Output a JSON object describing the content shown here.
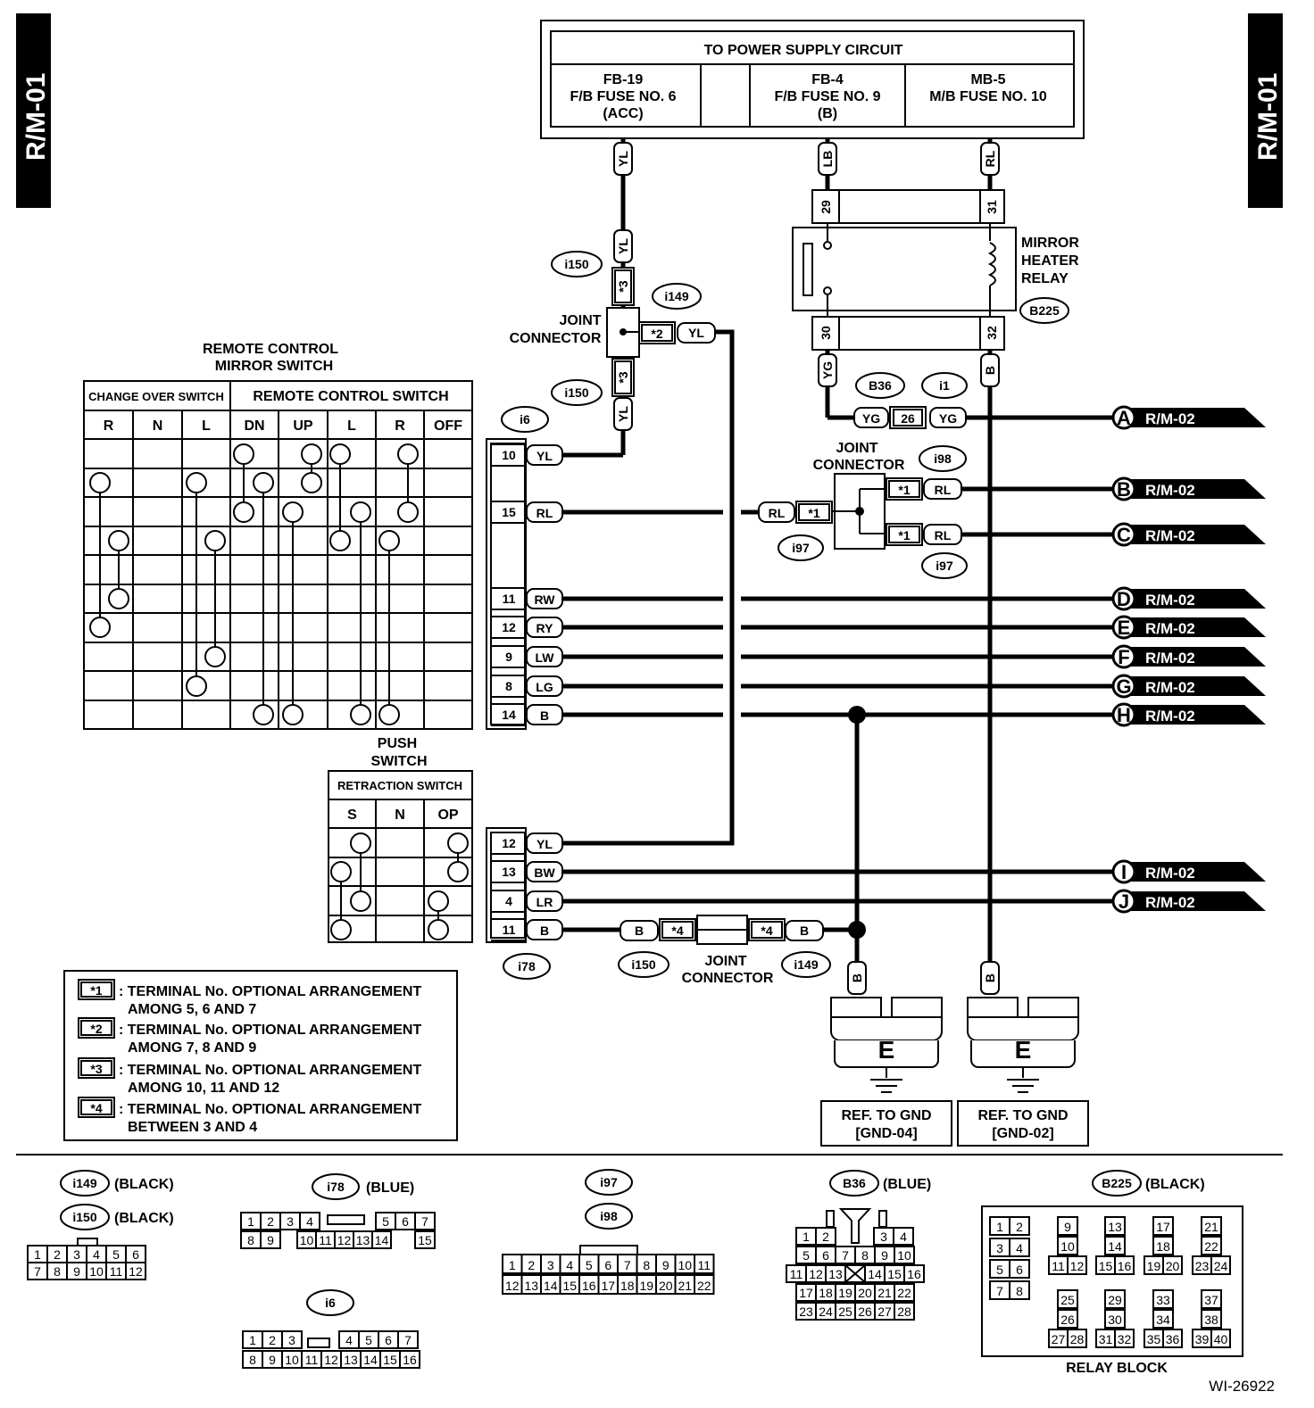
{
  "page_code": "R/M-01",
  "figure_id": "WI-26922",
  "power_supply": {
    "title": "TO POWER SUPPLY CIRCUIT",
    "fuses": [
      {
        "line1": "FB-19",
        "line2": "F/B FUSE NO. 6",
        "line3": "(ACC)"
      },
      {
        "line1": "FB-4",
        "line2": "F/B FUSE NO. 9",
        "line3": "(B)"
      },
      {
        "line1": "MB-5",
        "line2": "M/B FUSE NO. 10",
        "line3": ""
      }
    ]
  },
  "relay": {
    "line1": "MIRROR",
    "line2": "HEATER",
    "line3": "RELAY",
    "connector": "B225",
    "pins": [
      "29",
      "31",
      "30",
      "32"
    ]
  },
  "joint_connector_label_1": "JOINT",
  "joint_connector_label_2": "CONNECTOR",
  "mirror_switch": {
    "title1": "REMOTE CONTROL",
    "title2": "MIRROR SWITCH",
    "group1": "CHANGE OVER SWITCH",
    "group2": "REMOTE CONTROL SWITCH",
    "columns": [
      "R",
      "N",
      "L",
      "DN",
      "UP",
      "L",
      "R",
      "OFF"
    ],
    "connector": "i6",
    "terminals": [
      {
        "pin": "10",
        "wire": "YL"
      },
      {
        "pin": "15",
        "wire": "RL"
      },
      {
        "pin": "11",
        "wire": "RW"
      },
      {
        "pin": "12",
        "wire": "RY"
      },
      {
        "pin": "9",
        "wire": "LW"
      },
      {
        "pin": "8",
        "wire": "LG"
      },
      {
        "pin": "14",
        "wire": "B"
      }
    ]
  },
  "push_switch": {
    "title1": "PUSH",
    "title2": "SWITCH",
    "group": "RETRACTION SWITCH",
    "columns": [
      "S",
      "N",
      "OP"
    ],
    "connector": "i78",
    "terminals": [
      {
        "pin": "12",
        "wire": "YL"
      },
      {
        "pin": "13",
        "wire": "BW"
      },
      {
        "pin": "4",
        "wire": "LR"
      },
      {
        "pin": "11",
        "wire": "B"
      }
    ]
  },
  "connectors": {
    "i150": "i150",
    "i149": "i149",
    "b36": "B36",
    "i1": "i1",
    "i98": "i98",
    "i97": "i97"
  },
  "wire_labels": {
    "yl": "YL",
    "lb": "LB",
    "rl": "RL",
    "yg": "YG",
    "b": "B",
    "pin26": "26"
  },
  "stars": {
    "s1": "*1",
    "s2": "*2",
    "s3": "*3",
    "s4": "*4"
  },
  "destinations": [
    {
      "letter": "A",
      "ref": "R/M-02"
    },
    {
      "letter": "B",
      "ref": "R/M-02"
    },
    {
      "letter": "C",
      "ref": "R/M-02"
    },
    {
      "letter": "D",
      "ref": "R/M-02"
    },
    {
      "letter": "E",
      "ref": "R/M-02"
    },
    {
      "letter": "F",
      "ref": "R/M-02"
    },
    {
      "letter": "G",
      "ref": "R/M-02"
    },
    {
      "letter": "H",
      "ref": "R/M-02"
    },
    {
      "letter": "I",
      "ref": "R/M-02"
    },
    {
      "letter": "J",
      "ref": "R/M-02"
    }
  ],
  "grounds": [
    {
      "letter": "E",
      "ref1": "REF. TO GND",
      "ref2": "[GND-04]"
    },
    {
      "letter": "E",
      "ref1": "REF. TO GND",
      "ref2": "[GND-02]"
    }
  ],
  "notes": [
    {
      "key": "*1",
      "line1": ": TERMINAL No. OPTIONAL ARRANGEMENT",
      "line2": "AMONG 5, 6 AND 7"
    },
    {
      "key": "*2",
      "line1": ": TERMINAL No. OPTIONAL ARRANGEMENT",
      "line2": "AMONG 7, 8 AND 9"
    },
    {
      "key": "*3",
      "line1": ": TERMINAL No. OPTIONAL ARRANGEMENT",
      "line2": "AMONG 10, 11 AND 12"
    },
    {
      "key": "*4",
      "line1": ": TERMINAL No. OPTIONAL ARRANGEMENT",
      "line2": "BETWEEN 3 AND 4"
    }
  ],
  "connector_views": {
    "i149": {
      "name": "i149",
      "color": "(BLACK)"
    },
    "i150": {
      "name": "i150",
      "color": "(BLACK)"
    },
    "i78": {
      "name": "i78",
      "color": "(BLUE)"
    },
    "i97": {
      "name": "i97"
    },
    "i98": {
      "name": "i98"
    },
    "b36": {
      "name": "B36",
      "color": "(BLUE)"
    },
    "b225": {
      "name": "B225",
      "color": "(BLACK)"
    },
    "i6": {
      "name": "i6"
    },
    "relay_block": "RELAY BLOCK",
    "i149_rows": [
      [
        "1",
        "2",
        "3",
        "4",
        "5",
        "6"
      ],
      [
        "7",
        "8",
        "9",
        "10",
        "11",
        "12"
      ]
    ],
    "i78_rows": [
      [
        "1",
        "2",
        "3",
        "4",
        "5",
        "6",
        "7"
      ],
      [
        "8",
        "9",
        "10",
        "11",
        "12",
        "13",
        "14",
        "15"
      ]
    ],
    "i97_rows": [
      [
        "1",
        "2",
        "3",
        "4",
        "5",
        "6",
        "7",
        "8",
        "9",
        "10",
        "11"
      ],
      [
        "12",
        "13",
        "14",
        "15",
        "16",
        "17",
        "18",
        "19",
        "20",
        "21",
        "22"
      ]
    ],
    "i6_rows": [
      [
        "1",
        "2",
        "3",
        "4",
        "5",
        "6",
        "7"
      ],
      [
        "8",
        "9",
        "10",
        "11",
        "12",
        "13",
        "14",
        "15",
        "16"
      ]
    ],
    "b36_rows": [
      [
        "1",
        "2",
        "3",
        "4"
      ],
      [
        "5",
        "6",
        "7",
        "8",
        "9",
        "10"
      ],
      [
        "11",
        "12",
        "13",
        "14",
        "15",
        "16"
      ],
      [
        "17",
        "18",
        "19",
        "20",
        "21",
        "22"
      ],
      [
        "23",
        "24",
        "25",
        "26",
        "27",
        "28"
      ]
    ],
    "b225_left": [
      "1",
      "2",
      "3",
      "4",
      "5",
      "6",
      "7",
      "8"
    ],
    "b225_groups_top": [
      [
        "9",
        "10",
        "11",
        "12"
      ],
      [
        "13",
        "14",
        "15",
        "16"
      ],
      [
        "17",
        "18",
        "19",
        "20"
      ],
      [
        "21",
        "22",
        "23",
        "24"
      ]
    ],
    "b225_groups_bottom": [
      [
        "25",
        "26",
        "27",
        "28"
      ],
      [
        "29",
        "30",
        "31",
        "32"
      ],
      [
        "33",
        "34",
        "35",
        "36"
      ],
      [
        "37",
        "38",
        "39",
        "40"
      ]
    ]
  }
}
